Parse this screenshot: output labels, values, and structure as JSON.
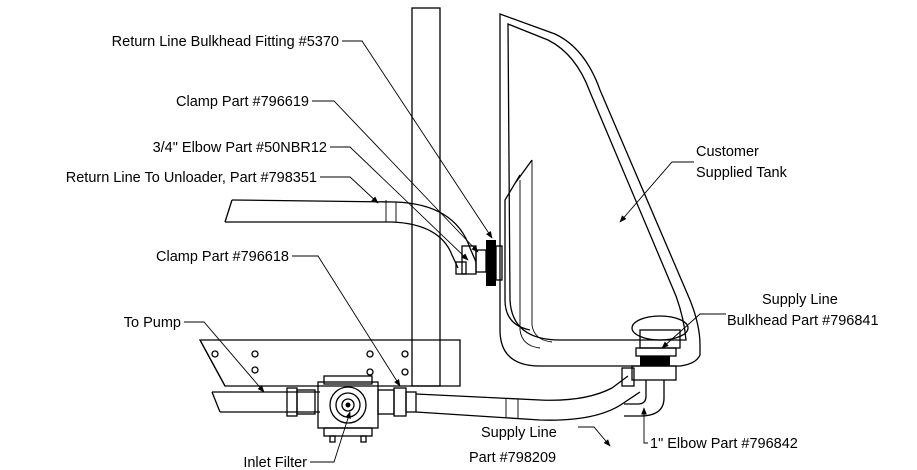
{
  "figure": {
    "callouts": {
      "return_bulkhead": "Return Line Bulkhead Fitting #5370",
      "clamp_796619": "Clamp Part #796619",
      "elbow_50nbr12": "3/4\" Elbow Part #50NBR12",
      "return_line": "Return Line To Unloader, Part #798351",
      "customer_tank_1": "Customer",
      "customer_tank_2": "Supplied Tank",
      "clamp_796618": "Clamp Part #796618",
      "to_pump": "To Pump",
      "supply_bulkhead_1": "Supply Line",
      "supply_bulkhead_2": "Bulkhead Part #796841",
      "supply_line_1": "Supply Line",
      "supply_line_2": "Part #798209",
      "elbow_796842": "1\" Elbow Part #796842",
      "inlet_filter": "Inlet Filter"
    }
  }
}
